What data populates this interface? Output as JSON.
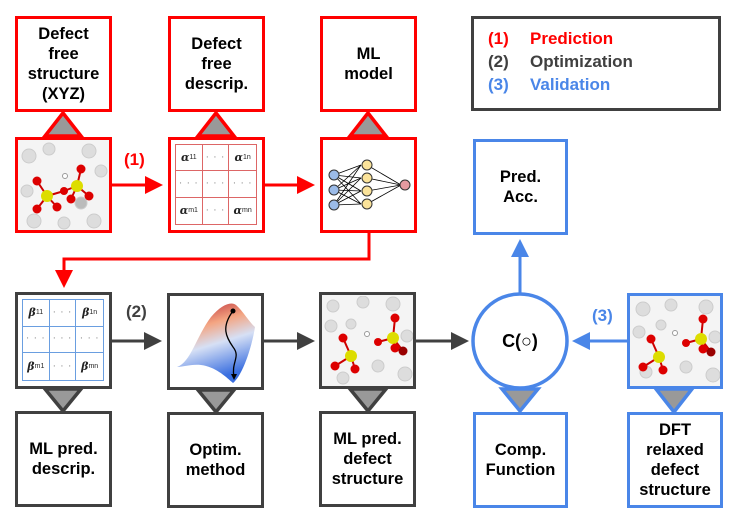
{
  "legend": [
    {
      "num": "(1)",
      "label": "Prediction",
      "color": "#ff0000"
    },
    {
      "num": "(2)",
      "label": "Optimization",
      "color": "#404040"
    },
    {
      "num": "(3)",
      "label": "Validation",
      "color": "#4a86e8"
    }
  ],
  "colors": {
    "prediction": "#ff0000",
    "optimization": "#404040",
    "validation": "#4a86e8",
    "triangle_fill": "#999999"
  },
  "top_labels": {
    "defect_free_structure": "Defect\nfree\nstructure\n(XYZ)",
    "defect_free_descriptor": "Defect\nfree\ndescrip.",
    "ml_model": "ML\nmodel",
    "pred_acc": "Pred.\nAcc."
  },
  "bottom_labels": {
    "ml_pred_descriptor": "ML pred.\ndescrip.",
    "optim_method": "Optim.\nmethod",
    "ml_pred_defect_structure": "ML pred.\ndefect\nstructure",
    "comp_function": "Comp.\nFunction",
    "dft_relaxed_defect_structure": "DFT\nrelaxed\ndefect\nstructure"
  },
  "steps": {
    "step1": "(1)",
    "step2": "(2)",
    "step3": "(3)"
  },
  "comparison_node": "C(○)",
  "matrix_alpha": {
    "symbol": "α",
    "cells": [
      [
        "α",
        "11"
      ],
      [
        "· · ·",
        ""
      ],
      [
        "α",
        "1n"
      ],
      [
        "· · ·",
        ""
      ],
      [
        "· · ·",
        ""
      ],
      [
        "· · ·",
        ""
      ],
      [
        "α",
        "m1"
      ],
      [
        "· · ·",
        ""
      ],
      [
        "α",
        "mn"
      ]
    ]
  },
  "matrix_beta": {
    "symbol": "β",
    "cells": [
      [
        "β",
        "11"
      ],
      [
        "· · ·",
        ""
      ],
      [
        "β",
        "1n"
      ],
      [
        "· · ·",
        ""
      ],
      [
        "· · ·",
        ""
      ],
      [
        "· · ·",
        ""
      ],
      [
        "β",
        "m1"
      ],
      [
        "· · ·",
        ""
      ],
      [
        "β",
        "mn"
      ]
    ]
  }
}
